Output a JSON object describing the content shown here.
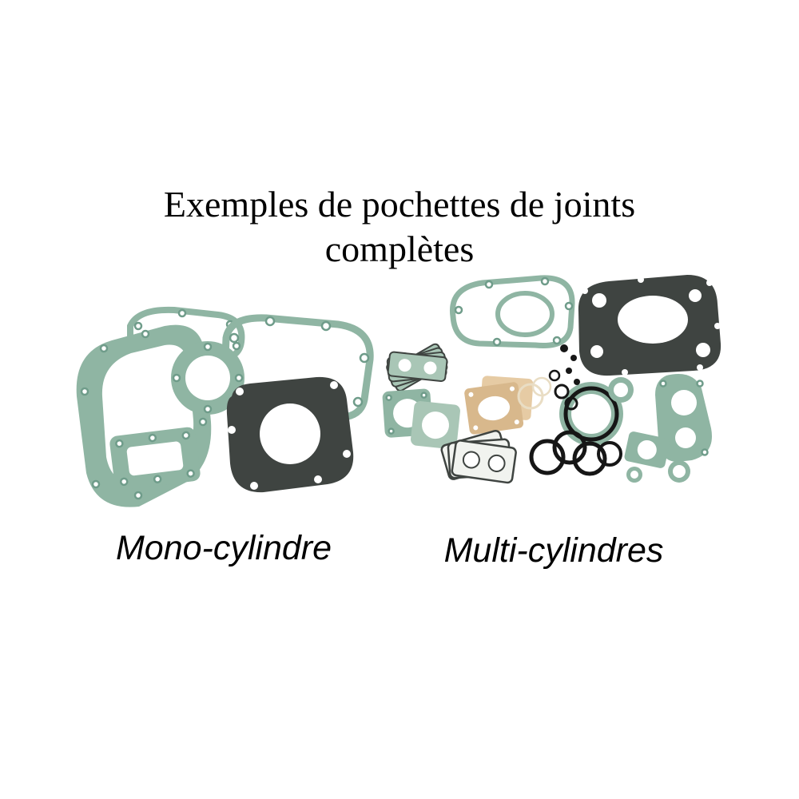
{
  "title": {
    "line1": "Exemples de pochettes de joints",
    "line2": "complètes"
  },
  "labels": {
    "mono": "Mono-cylindre",
    "multi": "Multi-cylindres"
  },
  "colors": {
    "gasket-teal": "#8fb5a3",
    "gasket-teal-light": "#a9c6b6",
    "gasket-teal-deep": "#6f9c8a",
    "gasket-dark": "#3f4441",
    "paper-beige": "#d8b88c",
    "paper-beige-light": "#e6cba4",
    "ring-black": "#161616",
    "cream": "#e9ddc4",
    "background": "#ffffff",
    "text": "#000000"
  }
}
